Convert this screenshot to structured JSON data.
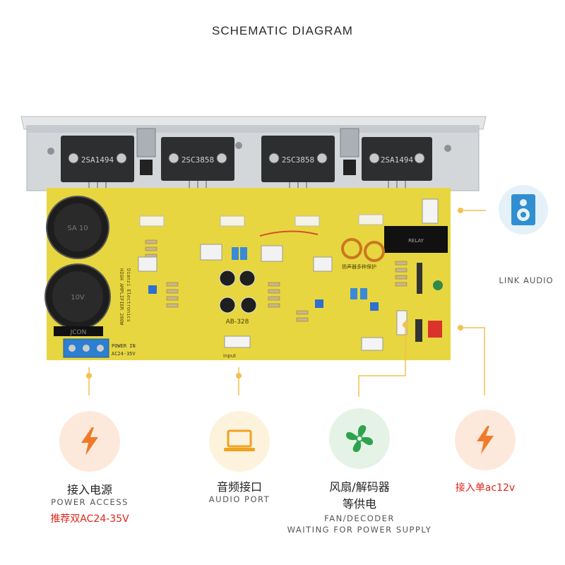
{
  "title": "SCHEMATIC DIAGRAM",
  "board": {
    "transistor_labels": [
      "2SA1494",
      "2SC3858",
      "2SC3858",
      "2SA1494"
    ],
    "capacitor_labels": [
      "SA 10",
      "10V",
      "JCON"
    ],
    "module_name": "AB-328",
    "input_label": "input",
    "power_in_label": "POWER IN",
    "power_spec": "AC24-35V",
    "silk_text": [
      "HIGH AMPLIFIER 200W",
      "Dianzi Electronics"
    ],
    "protect_text": "扬声器多种保护"
  },
  "callouts": {
    "link_audio": {
      "label": "LINK AUDIO",
      "icon": "speaker-icon"
    },
    "power_access": {
      "cn": "接入电源",
      "en": "POWER ACCESS",
      "note": "推荐双AC24-35V",
      "icon": "lightning-icon"
    },
    "audio_port": {
      "cn": "音频接口",
      "en": "AUDIO PORT",
      "icon": "laptop-icon"
    },
    "fan_decoder": {
      "cn_line1": "风扇/解码器",
      "cn_line2": "等供电",
      "en_line1": "FAN/DECODER",
      "en_line2": "WAITING FOR POWER SUPPLY",
      "icon": "fan-icon"
    },
    "single_ac": {
      "note": "接入单ac12v",
      "icon": "lightning-icon"
    }
  },
  "colors": {
    "accent_yellow": "#f2c14e",
    "board_yellow": "#e7d63f",
    "icon_bg_orange": "#fde9dc",
    "icon_bg_blue": "#e5f1f8",
    "icon_bg_yellow": "#fdf3dc",
    "icon_bg_green": "#e4f3e6",
    "red_text": "#e0251b"
  }
}
